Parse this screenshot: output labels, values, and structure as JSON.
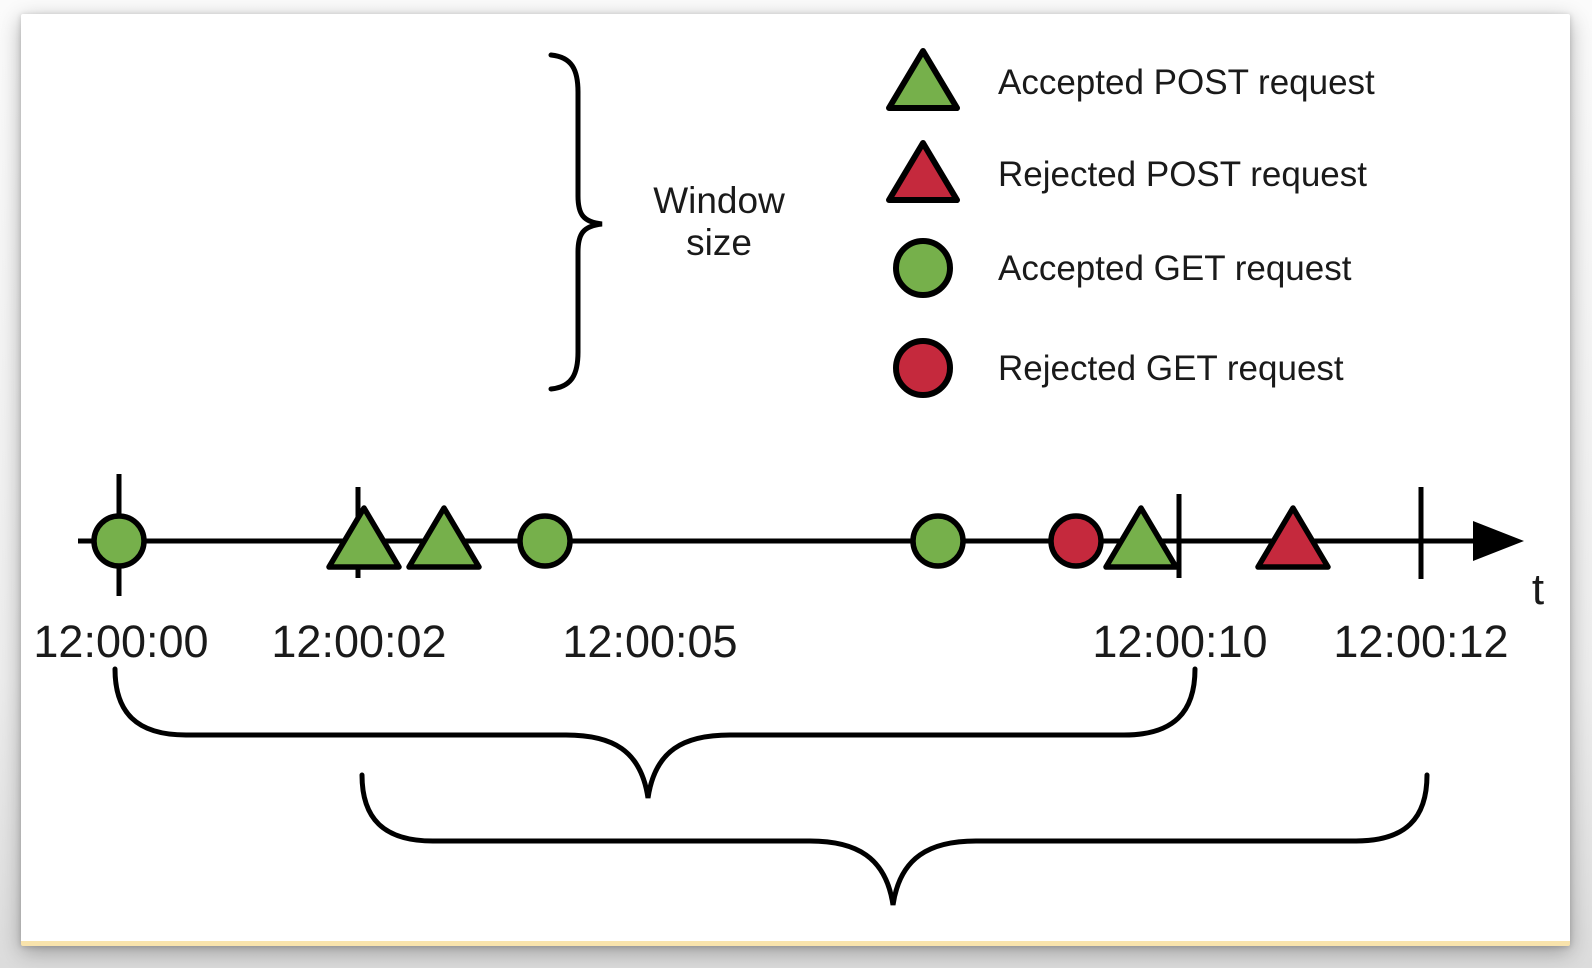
{
  "colors": {
    "accepted": "#76b04b",
    "rejected": "#c5293d",
    "stroke": "#000000",
    "text": "#1a1a1a",
    "card_bottom_border": "#f8e3ac"
  },
  "window_brace": {
    "label": "Window size",
    "label_lines": [
      "Window",
      "size"
    ]
  },
  "legend": {
    "items": [
      {
        "icon": "accepted-post-triangle-icon",
        "shape": "triangle",
        "status": "accepted",
        "method": "POST",
        "label": "Accepted POST request"
      },
      {
        "icon": "rejected-post-triangle-icon",
        "shape": "triangle",
        "status": "rejected",
        "method": "POST",
        "label": "Rejected POST request"
      },
      {
        "icon": "accepted-get-circle-icon",
        "shape": "circle",
        "status": "accepted",
        "method": "GET",
        "label": "Accepted GET request"
      },
      {
        "icon": "rejected-get-circle-icon",
        "shape": "circle",
        "status": "rejected",
        "method": "GET",
        "label": "Rejected GET request"
      }
    ]
  },
  "timeline": {
    "axis_label": "t",
    "ticks": [
      "12:00:00",
      "12:00:02",
      "12:00:05",
      "12:00:10",
      "12:00:12"
    ],
    "events": [
      {
        "shape": "circle",
        "status": "accepted",
        "method": "GET",
        "near_time": "12:00:00"
      },
      {
        "shape": "triangle",
        "status": "accepted",
        "method": "POST",
        "near_time": "12:00:02"
      },
      {
        "shape": "triangle",
        "status": "accepted",
        "method": "POST",
        "near_time": "12:00:03"
      },
      {
        "shape": "circle",
        "status": "accepted",
        "method": "GET",
        "near_time": "12:00:04"
      },
      {
        "shape": "circle",
        "status": "accepted",
        "method": "GET",
        "near_time": "12:00:08"
      },
      {
        "shape": "circle",
        "status": "rejected",
        "method": "GET",
        "near_time": "12:00:09"
      },
      {
        "shape": "triangle",
        "status": "accepted",
        "method": "POST",
        "near_time": "12:00:09"
      },
      {
        "shape": "triangle",
        "status": "rejected",
        "method": "POST",
        "near_time": "12:00:11"
      }
    ]
  },
  "windows": [
    {
      "from": "12:00:00",
      "to": "12:00:10"
    },
    {
      "from": "12:00:02",
      "to": "12:00:12"
    }
  ]
}
